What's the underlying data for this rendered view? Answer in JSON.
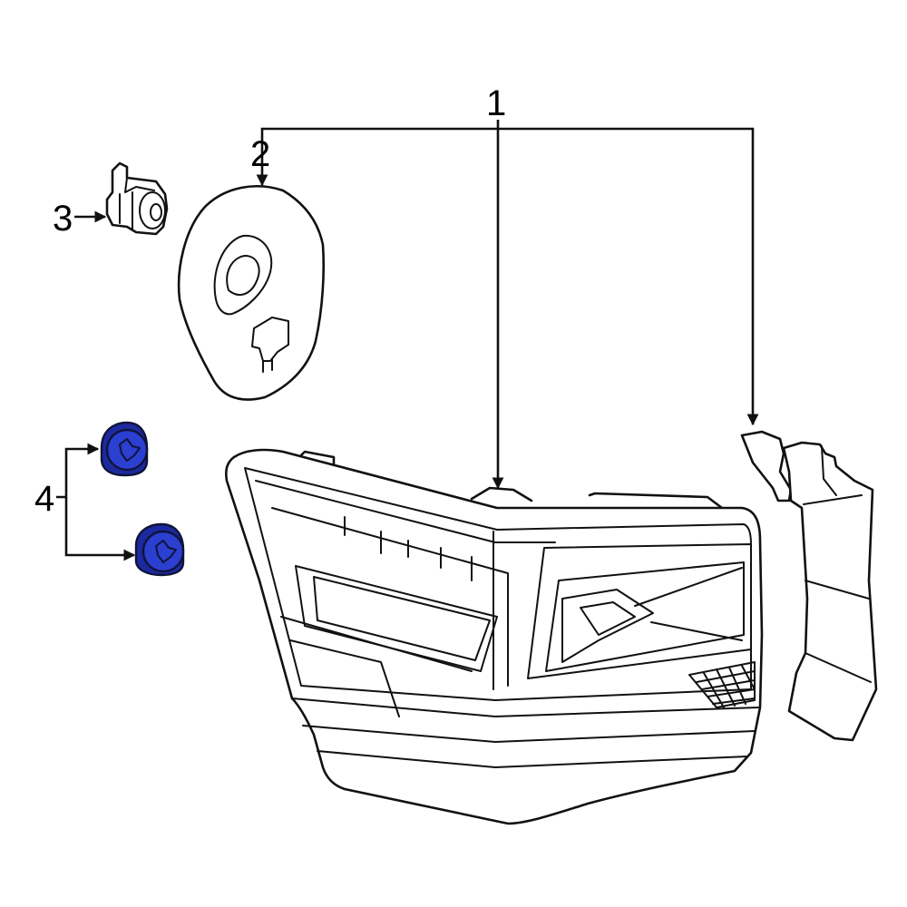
{
  "callouts": [
    {
      "id": "1",
      "label": "1"
    },
    {
      "id": "2",
      "label": "2"
    },
    {
      "id": "3",
      "label": "3"
    },
    {
      "id": "4",
      "label": "4"
    }
  ],
  "colors": {
    "highlight_part": "#2b3fd1",
    "highlight_part_dark": "#1c2aa0",
    "line": "#111111",
    "background": "#ffffff"
  }
}
